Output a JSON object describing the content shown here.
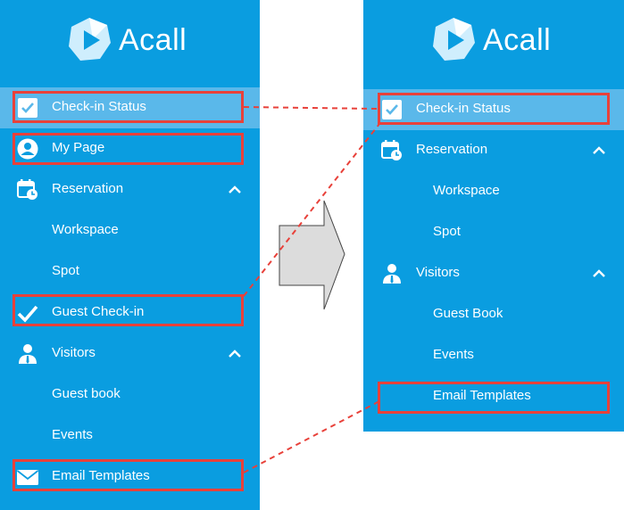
{
  "left": {
    "logo_text": "Acall",
    "items": [
      {
        "label": "Check-in Status"
      },
      {
        "label": "My Page"
      },
      {
        "label": "Reservation"
      },
      {
        "label": "Workspace"
      },
      {
        "label": "Spot"
      },
      {
        "label": "Guest Check-in"
      },
      {
        "label": "Visitors"
      },
      {
        "label": "Guest book"
      },
      {
        "label": "Events"
      },
      {
        "label": "Email Templates"
      }
    ]
  },
  "right": {
    "logo_text": "Acall",
    "items": [
      {
        "label": "Check-in Status"
      },
      {
        "label": "Reservation"
      },
      {
        "label": "Workspace"
      },
      {
        "label": "Spot"
      },
      {
        "label": "Visitors"
      },
      {
        "label": "Guest Book"
      },
      {
        "label": "Events"
      },
      {
        "label": "Email Templates"
      }
    ]
  },
  "colors": {
    "sidebar_bg": "#0a9de0",
    "active_bg": "#5ab8ea",
    "highlight": "#e8413a",
    "arrow_fill": "#dcdcdc"
  }
}
